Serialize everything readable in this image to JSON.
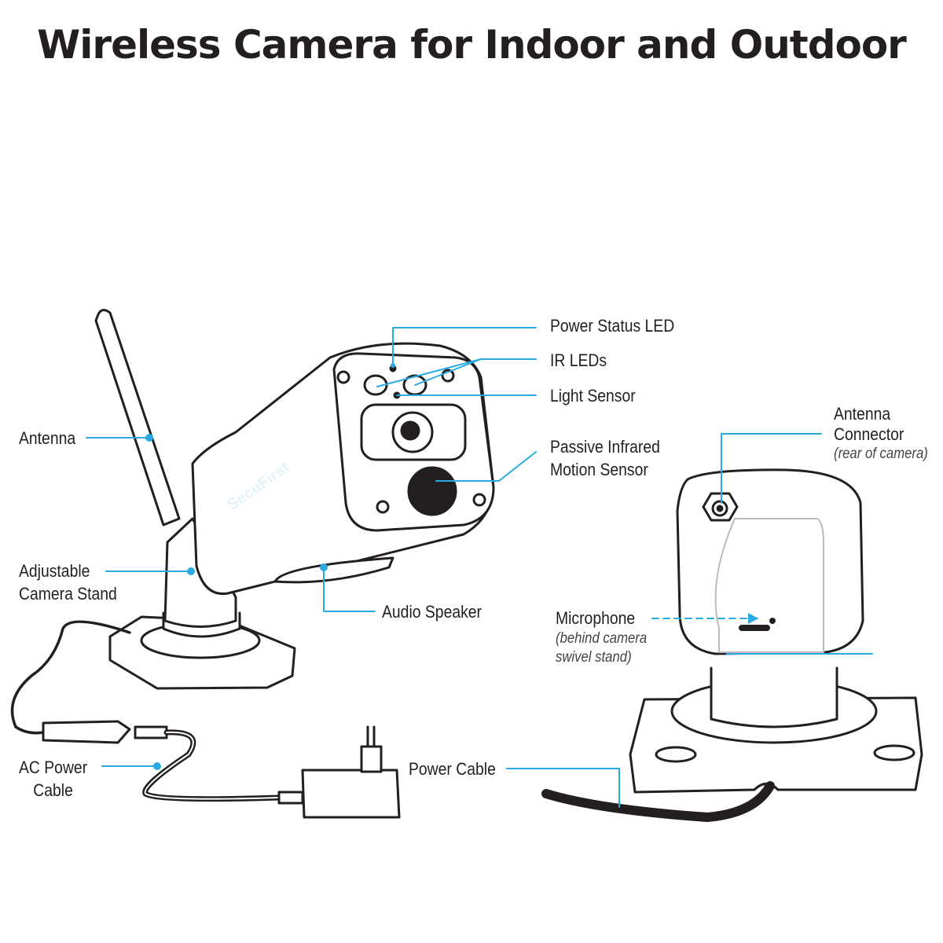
{
  "title": "Wireless Camera for Indoor and Outdoor",
  "brand_logo": "SecuFirst",
  "colors": {
    "leader": "#29abe2",
    "ink": "#231f20"
  },
  "labels": {
    "power_status_led": "Power Status LED",
    "ir_leds": "IR LEDs",
    "light_sensor": "Light Sensor",
    "pir_line1": "Passive Infrared",
    "pir_line2": "Motion Sensor",
    "antenna": "Antenna",
    "stand_line1": "Adjustable",
    "stand_line2": "Camera Stand",
    "audio_speaker": "Audio Speaker",
    "antenna_connector_line1": "Antenna",
    "antenna_connector_line2": "Connector",
    "antenna_connector_note": "(rear of camera)",
    "microphone": "Microphone",
    "microphone_note_line1": "(behind camera",
    "microphone_note_line2": "swivel stand)",
    "ac_power_line1": "AC Power",
    "ac_power_line2": "Cable",
    "power_cable": "Power Cable"
  }
}
